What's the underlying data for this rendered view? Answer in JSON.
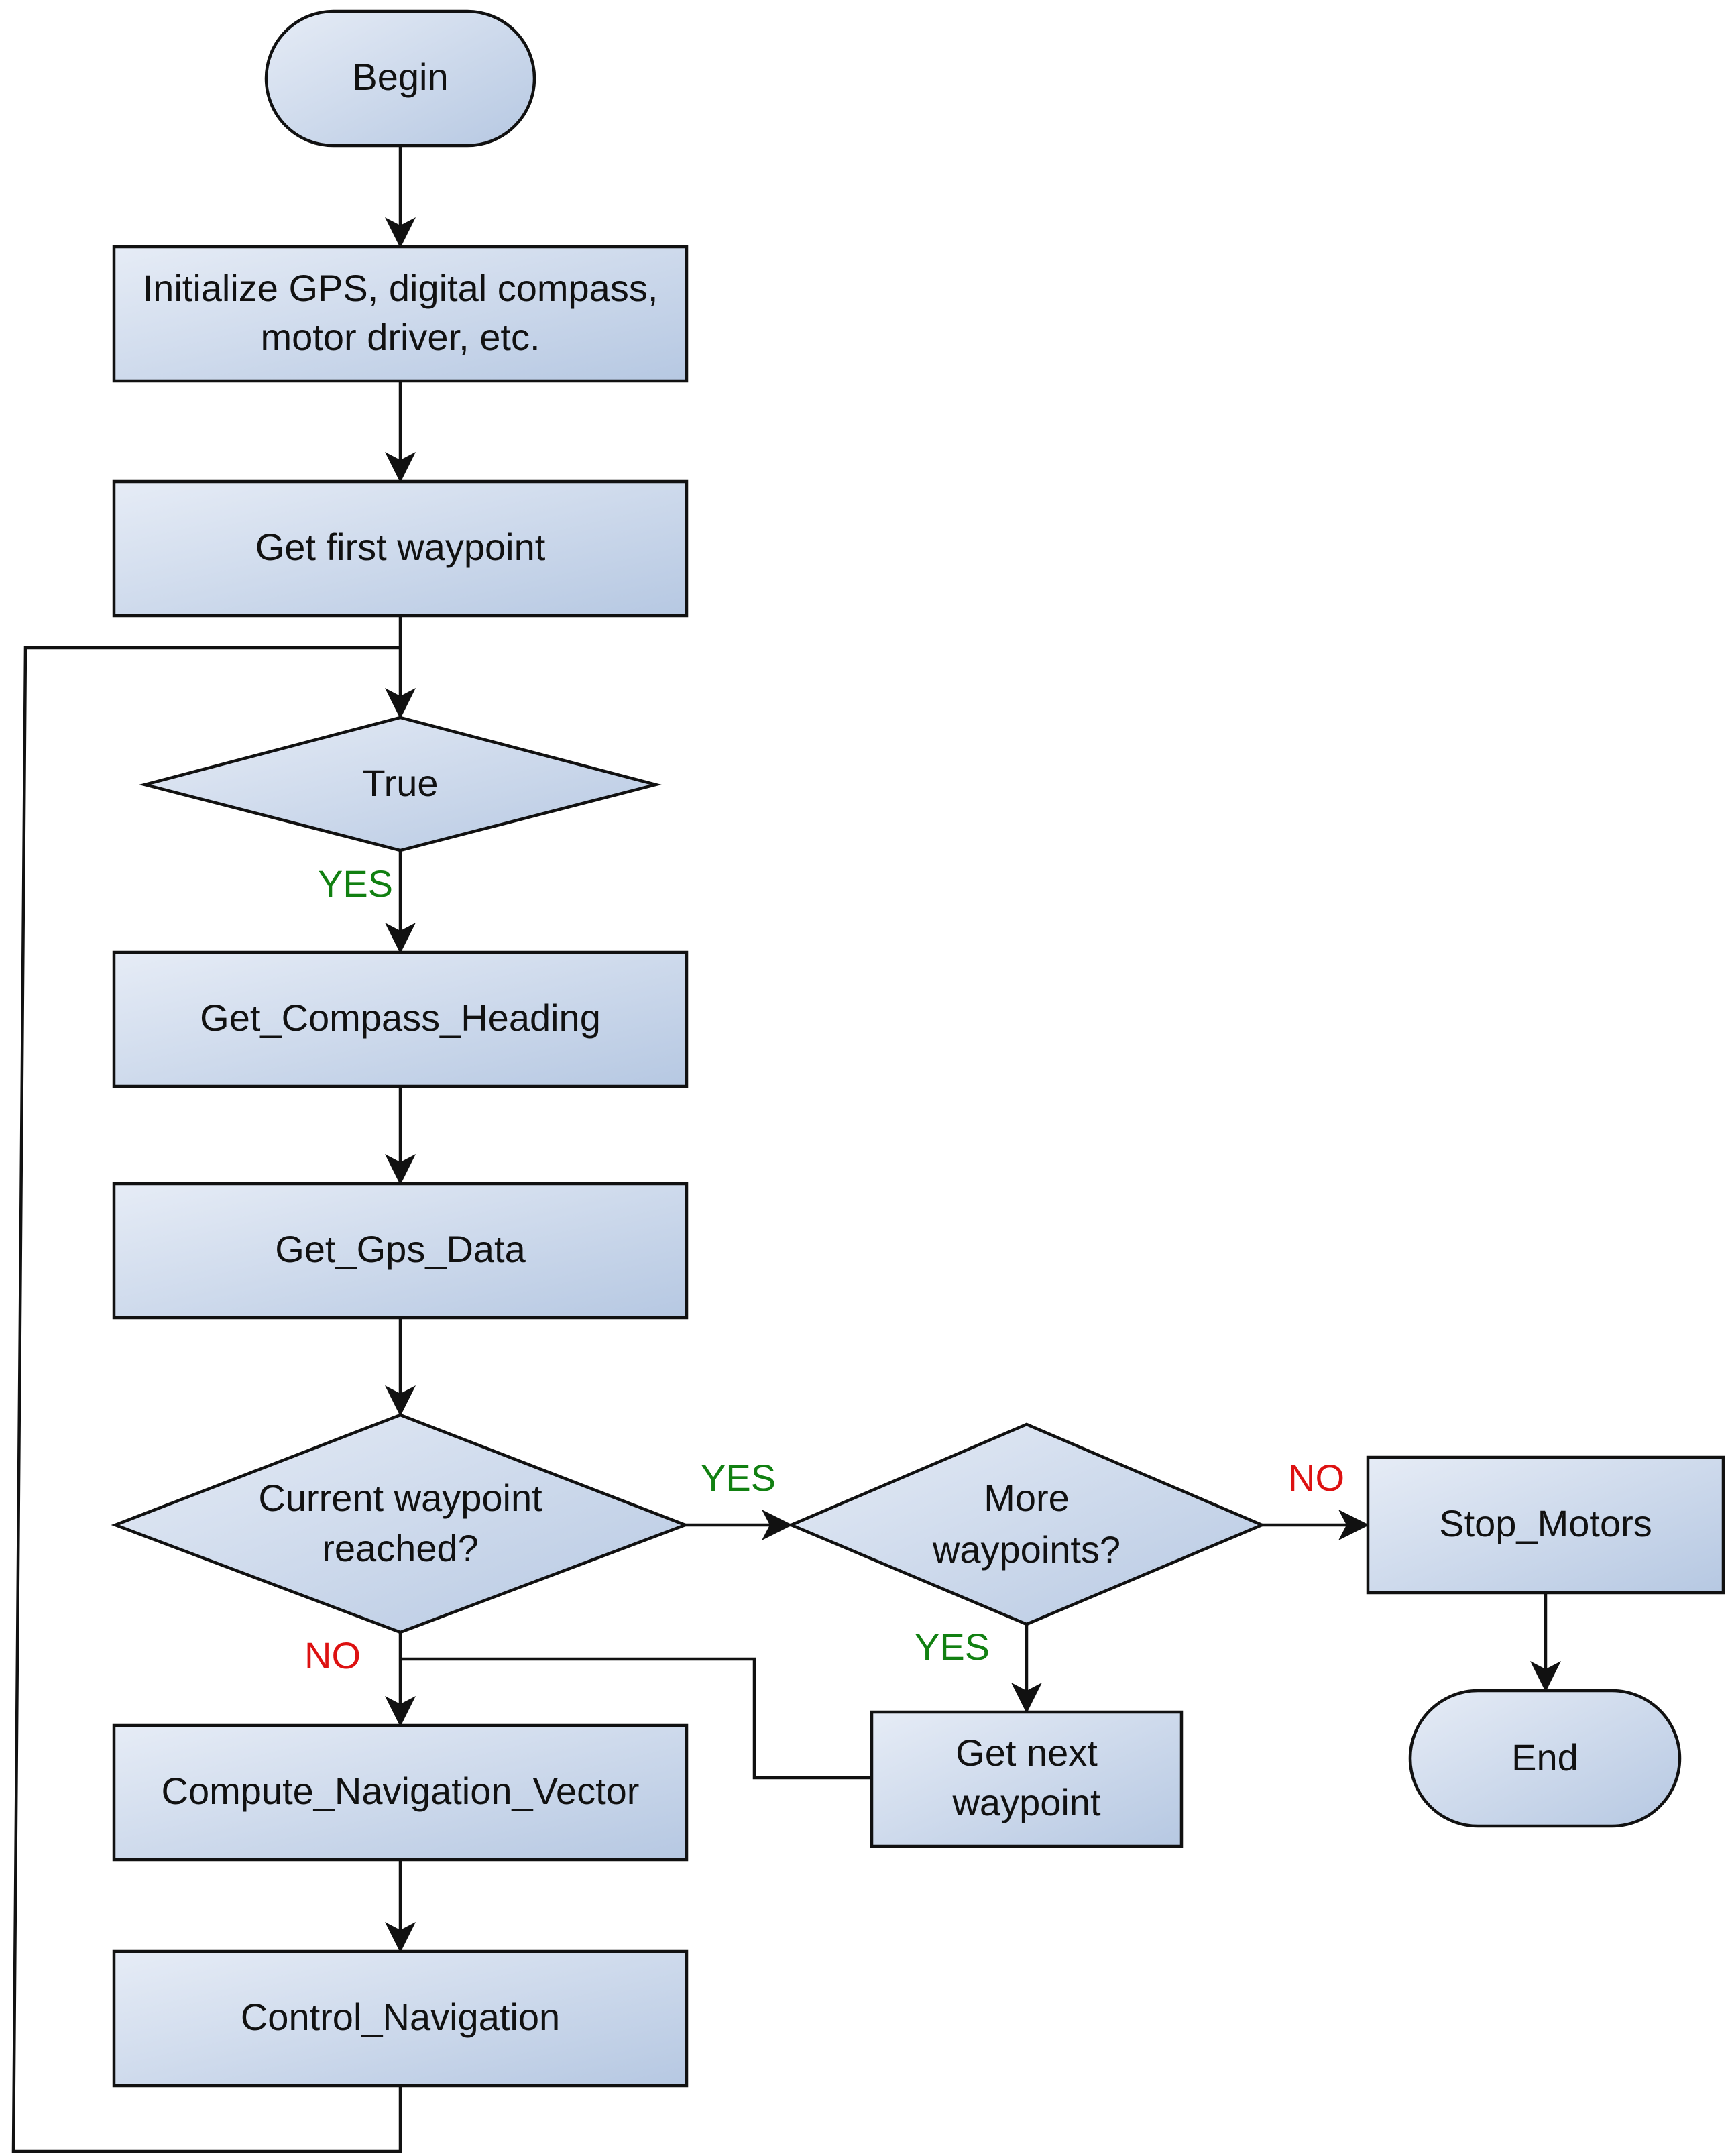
{
  "nodes": {
    "begin": "Begin",
    "init_line1": "Initialize GPS, digital compass,",
    "init_line2": "motor driver, etc.",
    "first_waypoint": "Get first waypoint",
    "true_cond": "True",
    "compass": "Get_Compass_Heading",
    "gps": "Get_Gps_Data",
    "reached_line1": "Current waypoint",
    "reached_line2": "reached?",
    "more_line1": "More",
    "more_line2": "waypoints?",
    "stop": "Stop_Motors",
    "end": "End",
    "next_line1": "Get next",
    "next_line2": "waypoint",
    "compute": "Compute_Navigation_Vector",
    "control": "Control_Navigation"
  },
  "edge_labels": {
    "true_yes": "YES",
    "reached_yes": "YES",
    "reached_no": "NO",
    "more_yes": "YES",
    "more_no": "NO"
  },
  "colors": {
    "fill_light": "#e6ecf6",
    "fill_dark": "#b6c8e2",
    "stroke": "#111111",
    "yes": "#118011",
    "no": "#dd1111"
  }
}
